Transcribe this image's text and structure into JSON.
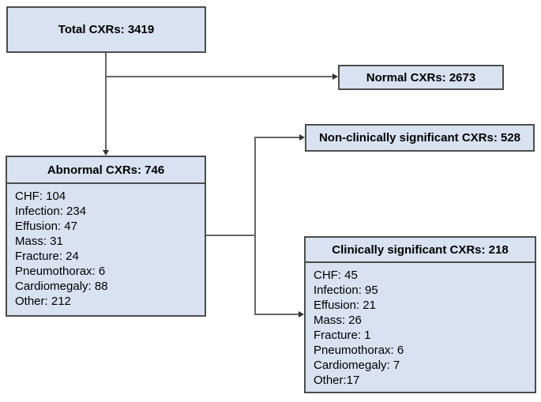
{
  "colors": {
    "box_fill": "#d8e2f0",
    "box_border": "#4d4d4d",
    "connector_line": "#666666",
    "arrowhead": "#333333",
    "text": "#000000",
    "background": "#ffffff"
  },
  "boxes": {
    "total": {
      "label": "Total CXRs: 3419"
    },
    "normal": {
      "label": "Normal CXRs: 2673"
    },
    "non_clinically_significant": {
      "label": "Non-clinically significant CXRs: 528"
    },
    "abnormal": {
      "title": "Abnormal CXRs: 746",
      "items": [
        "CHF: 104",
        "Infection: 234",
        "Effusion: 47",
        "Mass: 31",
        "Fracture: 24",
        "Pneumothorax: 6",
        "Cardiomegaly: 88",
        "Other: 212"
      ]
    },
    "clinically_significant": {
      "title": "Clinically significant CXRs: 218",
      "items": [
        "CHF: 45",
        "Infection: 95",
        "Effusion: 21",
        "Mass: 26",
        "Fracture: 1",
        "Pneumothorax: 6",
        "Cardiomegaly: 7",
        "Other:17"
      ]
    }
  },
  "edges": [
    {
      "from": "total",
      "to": "normal"
    },
    {
      "from": "total",
      "to": "abnormal"
    },
    {
      "from": "abnormal",
      "to": "non_clinically_significant"
    },
    {
      "from": "abnormal",
      "to": "clinically_significant"
    }
  ]
}
